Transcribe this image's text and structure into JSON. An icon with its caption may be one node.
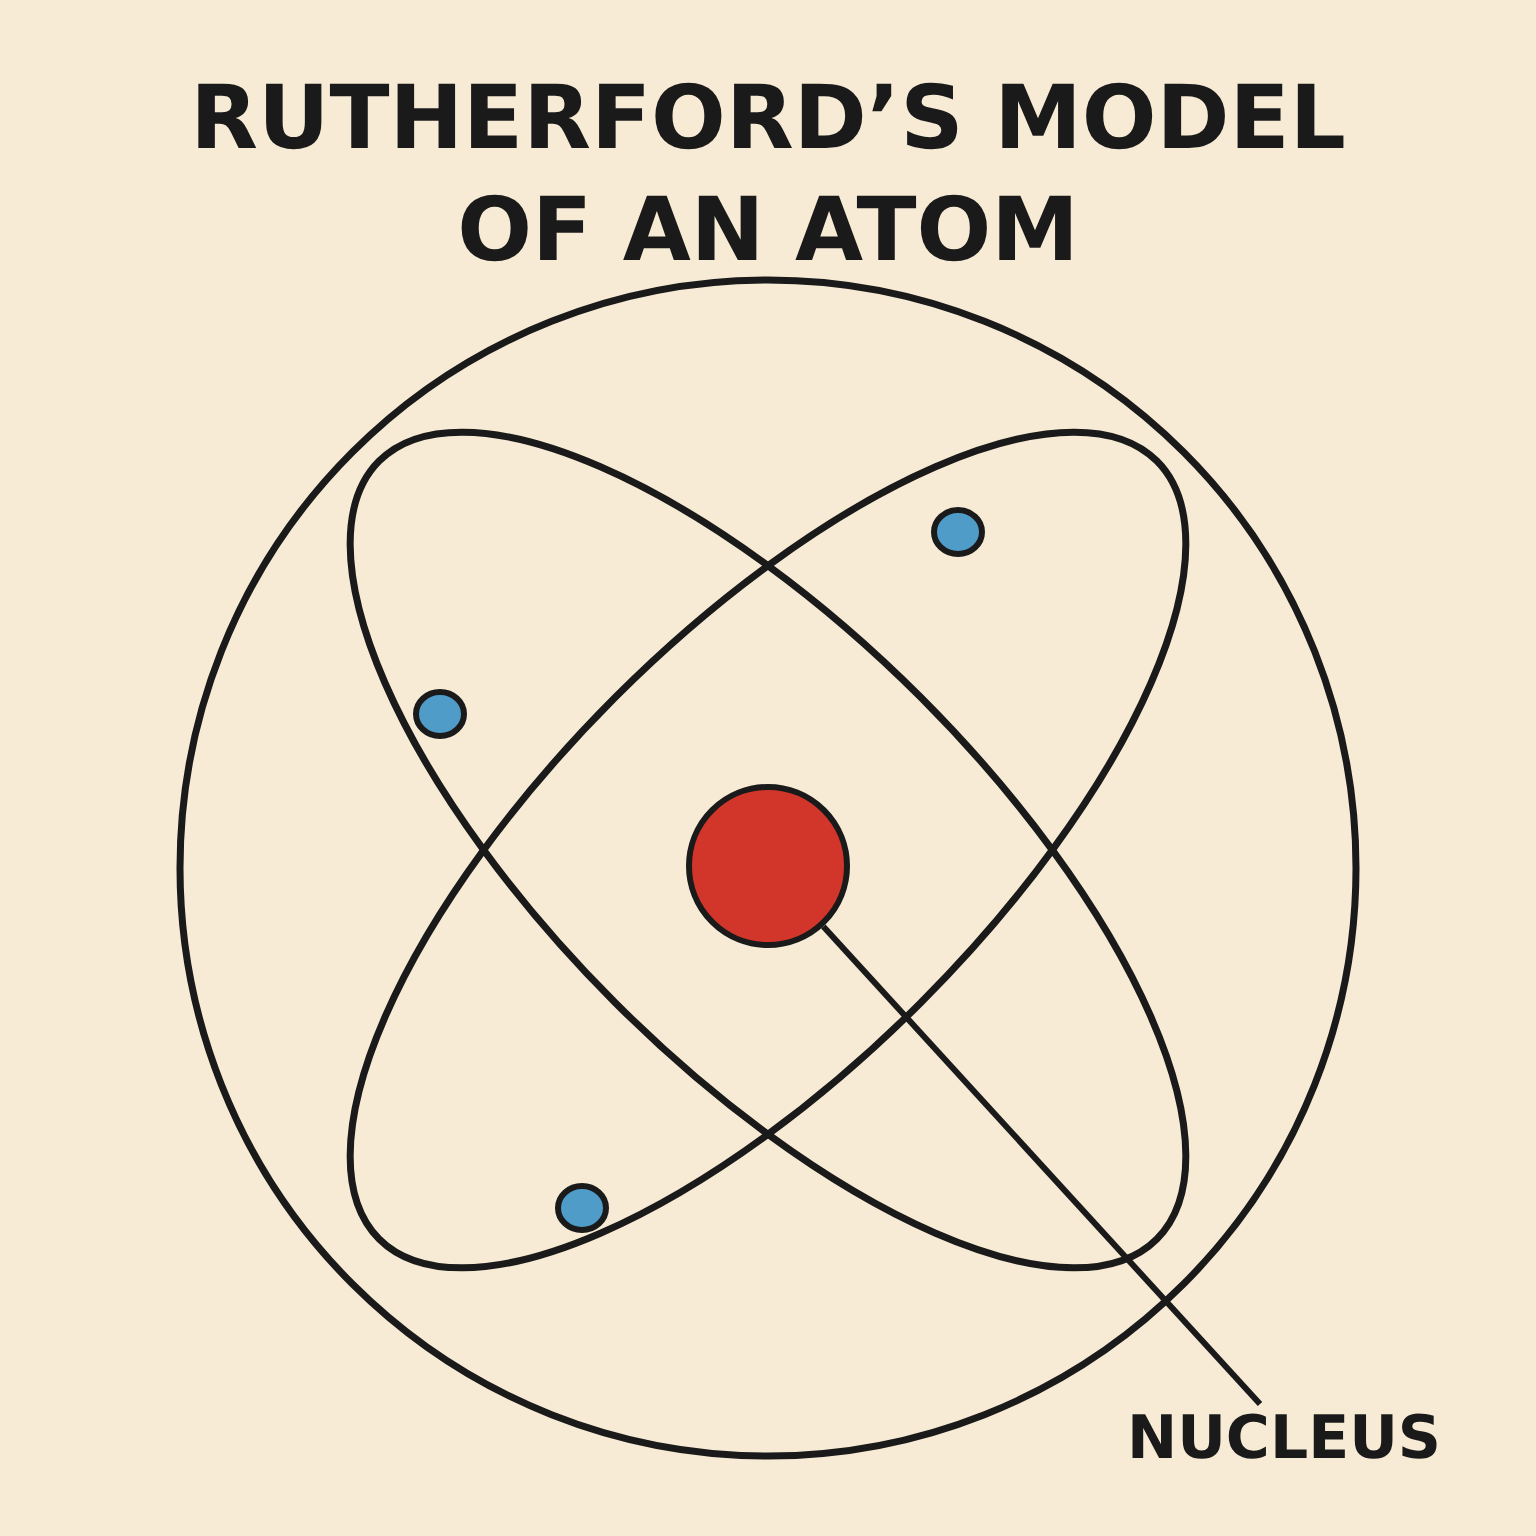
{
  "diagram": {
    "title": "RUTHERFORD’S MODEL OF AN ATOM",
    "nodes": [
      {
        "text": [
          "NUCLEUS"
        ]
      },
      {
        "text": [],
        "shape": "circle"
      }
    ],
    "edges": [
      {
        "from": 0,
        "to": 1,
        "arrow": "none"
      }
    ]
  }
}
